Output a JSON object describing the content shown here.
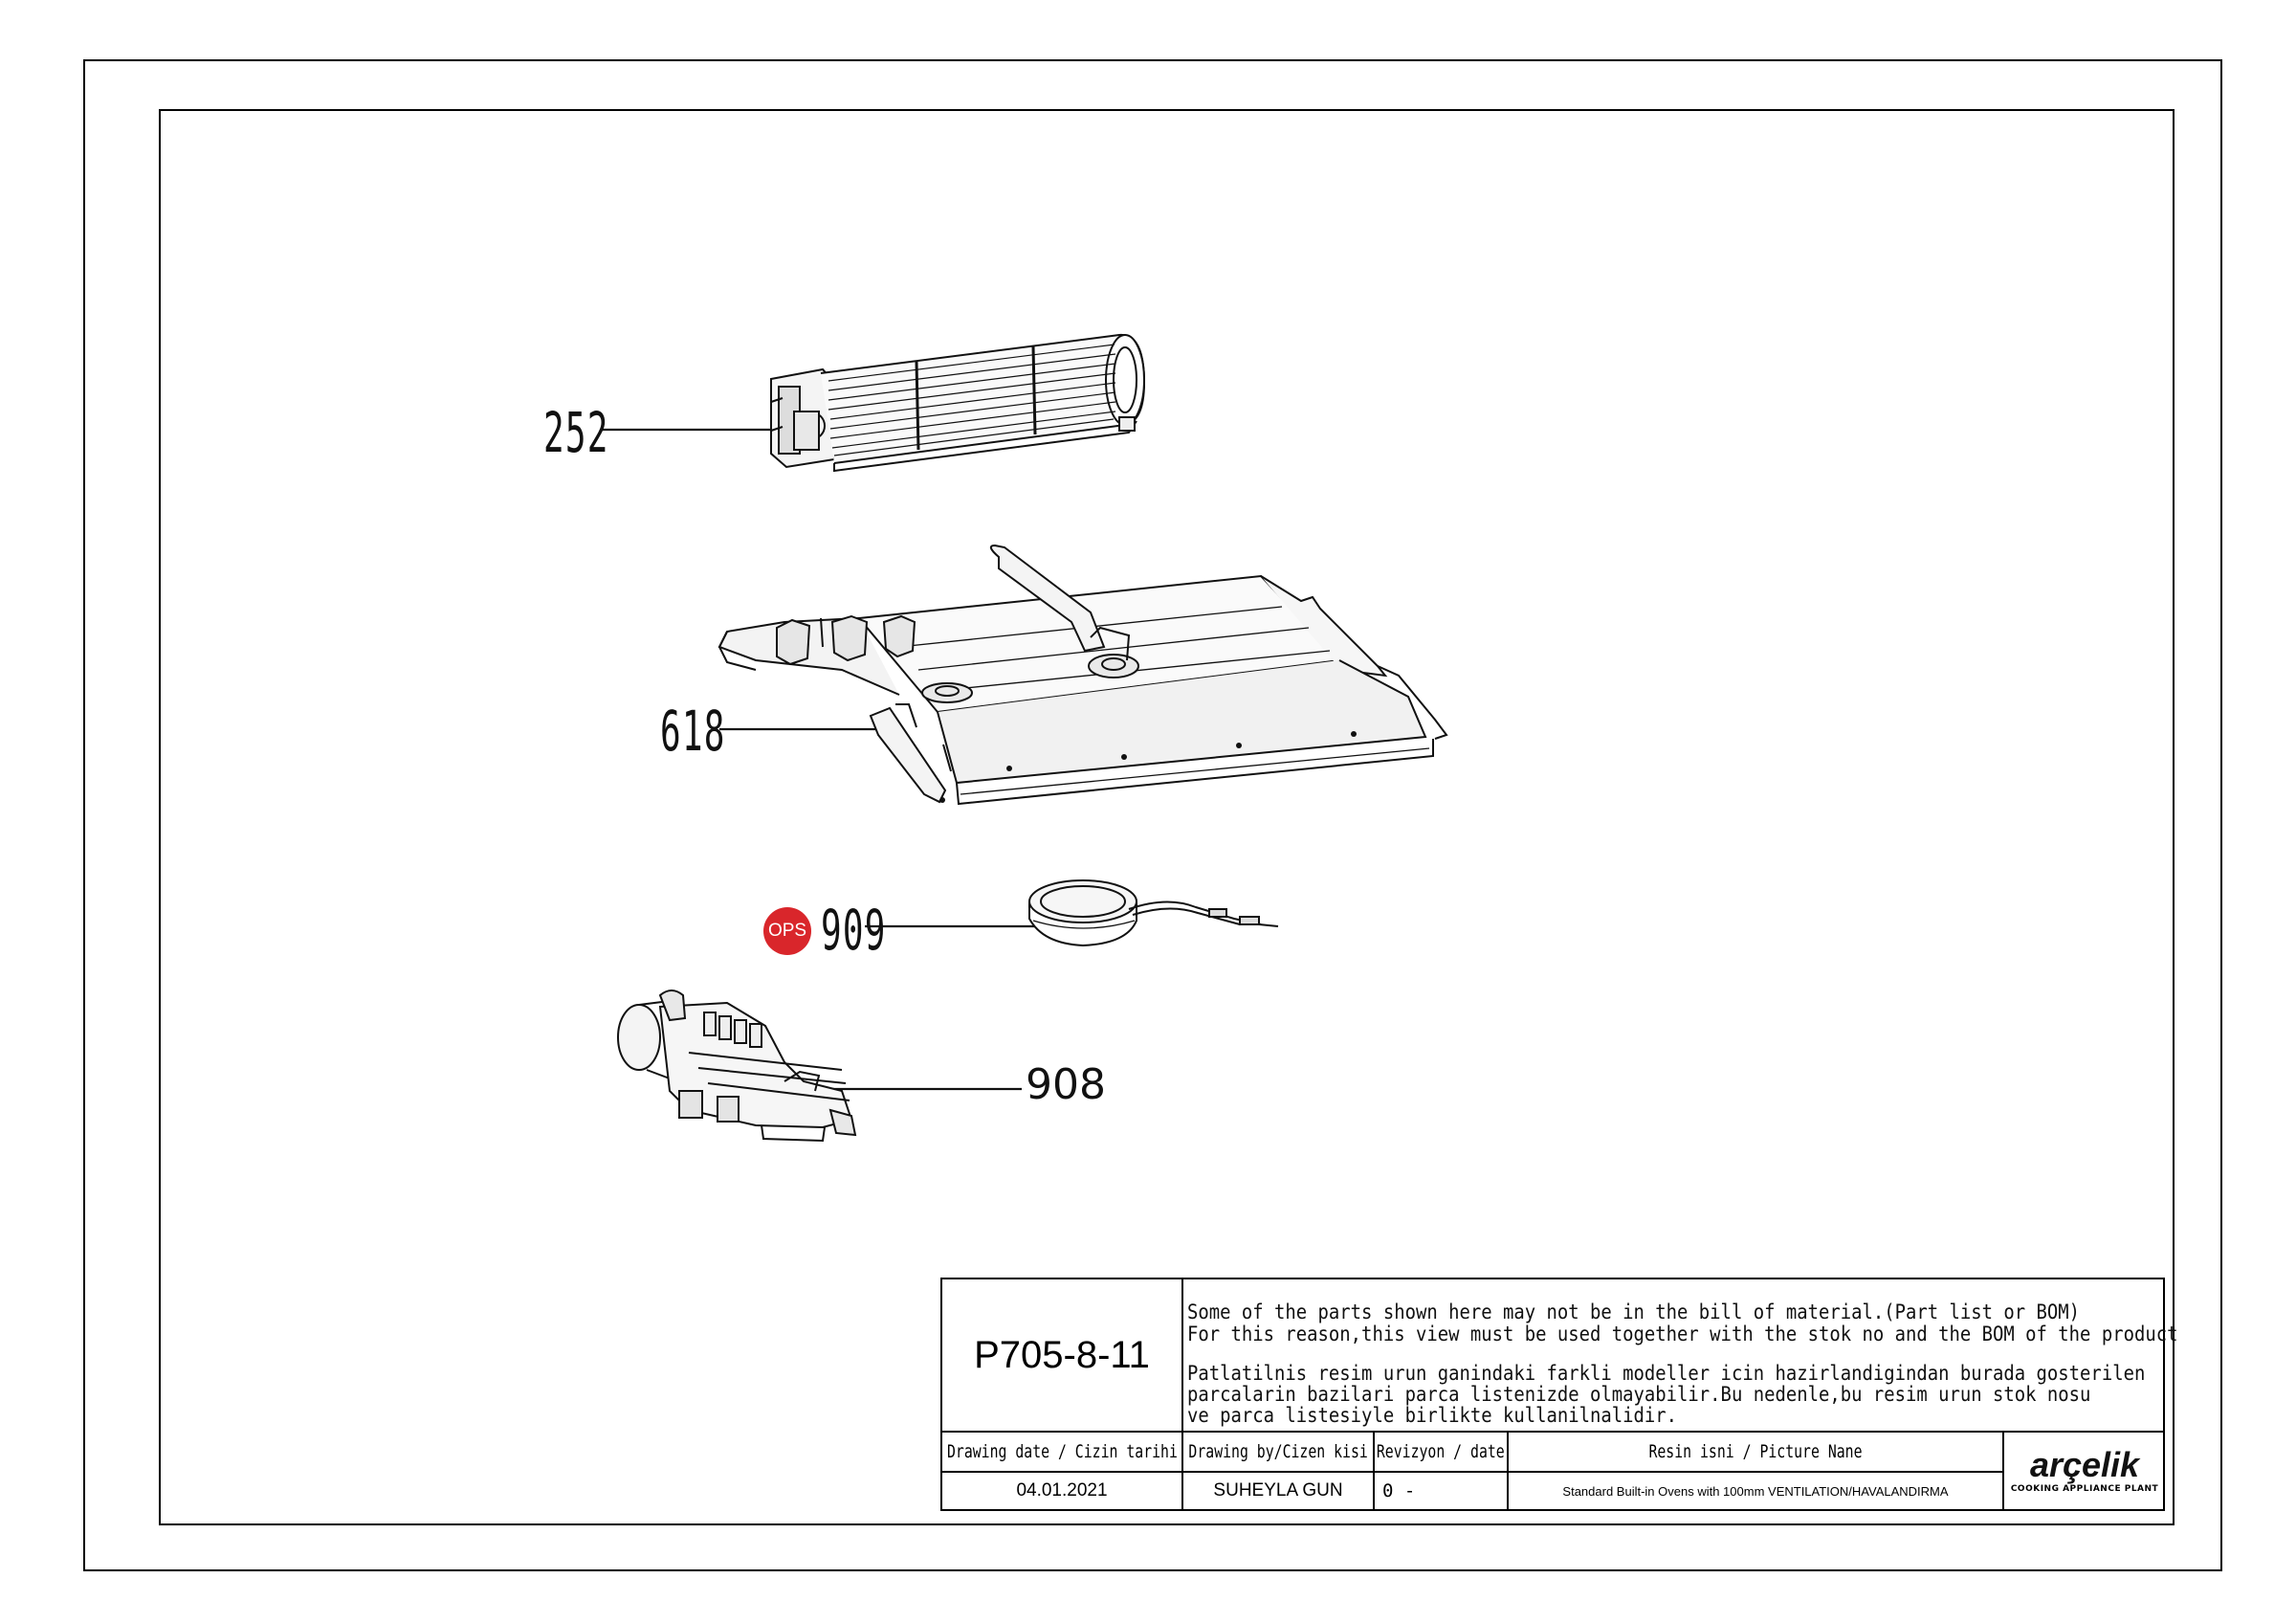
{
  "callouts": {
    "fan": "252",
    "cover": "618",
    "thermostat": "909",
    "valve": "908",
    "ops_badge": "OPS"
  },
  "colors": {
    "ops_badge": "#d9262b",
    "line": "#000000"
  },
  "title_block": {
    "drawing_no": "P705-8-11",
    "notes": [
      "Some of the parts shown here may not be in the bill of material.(Part list or BOM)",
      "For this reason,this view must be used together with the stok no and the BOM of the product",
      " Patlatilnis resim urun ganindaki farkli modeller icin hazirlandigindan burada gosterilen",
      " parcalarin bazilari parca listenizde olmayabilir.Bu nedenle,bu resim urun stok nosu",
      " ve parca listesiyle birlikte kullanilnalidir."
    ],
    "headers": {
      "date": "Drawing date / Cizin tarihi",
      "by": "Drawing by/Cizen kisi",
      "rev": "Revizyon / date",
      "name": "Resin isni / Picture Nane"
    },
    "values": {
      "date": "04.01.2021",
      "by": "SUHEYLA GUN",
      "rev": "0 -",
      "name": "Standard Built-in Ovens with 100mm VENTILATION/HAVALANDIRMA"
    },
    "logo": {
      "word": "arçelik",
      "sub": "COOKING APPLIANCE PLANT"
    }
  }
}
